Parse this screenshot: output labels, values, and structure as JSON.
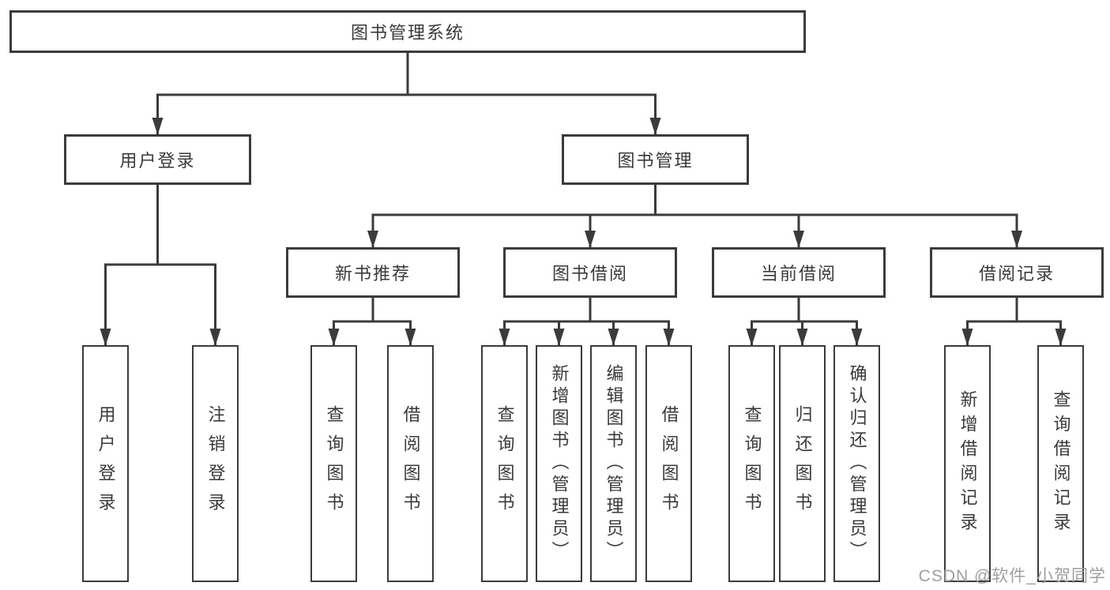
{
  "diagram": {
    "title_node": {
      "label": "图书管理系统"
    },
    "level2": [
      {
        "id": "user-login-module",
        "label": "用户登录"
      },
      {
        "id": "book-management-module",
        "label": "图书管理"
      }
    ],
    "level3": [
      {
        "id": "new-book-recommend",
        "label": "新书推荐"
      },
      {
        "id": "book-borrow",
        "label": "图书借阅"
      },
      {
        "id": "current-borrow",
        "label": "当前借阅"
      },
      {
        "id": "borrow-records",
        "label": "借阅记录"
      }
    ],
    "leaves": {
      "user": [
        "用户登录",
        "注销登录"
      ],
      "recommend": [
        "查询图书",
        "借阅图书"
      ],
      "borrow": [
        "查询图书",
        "新增图书（管理员）",
        "编辑图书（管理员）",
        "借阅图书"
      ],
      "current": [
        "查询图书",
        "归还图书",
        "确认归还（管理员）"
      ],
      "records": [
        "新增借阅记录",
        "查询借阅记录"
      ]
    },
    "colors": {
      "line": "#3b3b3b",
      "box_border": "#3b3b3b",
      "text": "#3a3a3a",
      "background": "#ffffff",
      "watermark": "#9ba0a5"
    }
  },
  "watermark": {
    "text": "CSDN @软件_小贺同学"
  }
}
